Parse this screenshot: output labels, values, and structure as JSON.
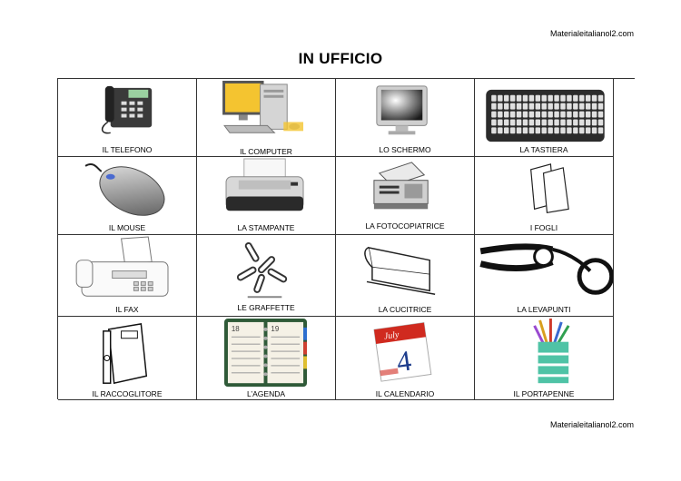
{
  "header": {
    "site": "Materialeitalianol2.com",
    "title": "IN UFFICIO"
  },
  "footer": {
    "site": "Materialeitalianol2.com"
  },
  "grid": {
    "items": [
      {
        "label": "IL TELEFONO",
        "icon": "telephone-icon"
      },
      {
        "label": "IL COMPUTER",
        "icon": "computer-icon"
      },
      {
        "label": "LO SCHERMO",
        "icon": "monitor-icon"
      },
      {
        "label": "LA TASTIERA",
        "icon": "keyboard-icon"
      },
      {
        "label": "IL MOUSE",
        "icon": "mouse-icon"
      },
      {
        "label": "LA STAMPANTE",
        "icon": "printer-icon"
      },
      {
        "label": "LA FOTOCOPIATRICE",
        "icon": "photocopier-icon"
      },
      {
        "label": "I FOGLI",
        "icon": "sheets-icon"
      },
      {
        "label": "IL FAX",
        "icon": "fax-icon"
      },
      {
        "label": "LE GRAFFETTE",
        "icon": "paperclips-icon"
      },
      {
        "label": "LA CUCITRICE",
        "icon": "stapler-icon"
      },
      {
        "label": "LA LEVAPUNTI",
        "icon": "staple-remover-icon"
      },
      {
        "label": "IL RACCOGLITORE",
        "icon": "binder-icon"
      },
      {
        "label": "L’AGENDA",
        "icon": "agenda-icon"
      },
      {
        "label": "IL CALENDARIO",
        "icon": "calendar-icon"
      },
      {
        "label": "IL PORTAPENNE",
        "icon": "pen-holder-icon"
      }
    ]
  },
  "calendar": {
    "month": "July",
    "day": "4"
  },
  "agenda": {
    "left_day": "18",
    "right_day": "19"
  }
}
